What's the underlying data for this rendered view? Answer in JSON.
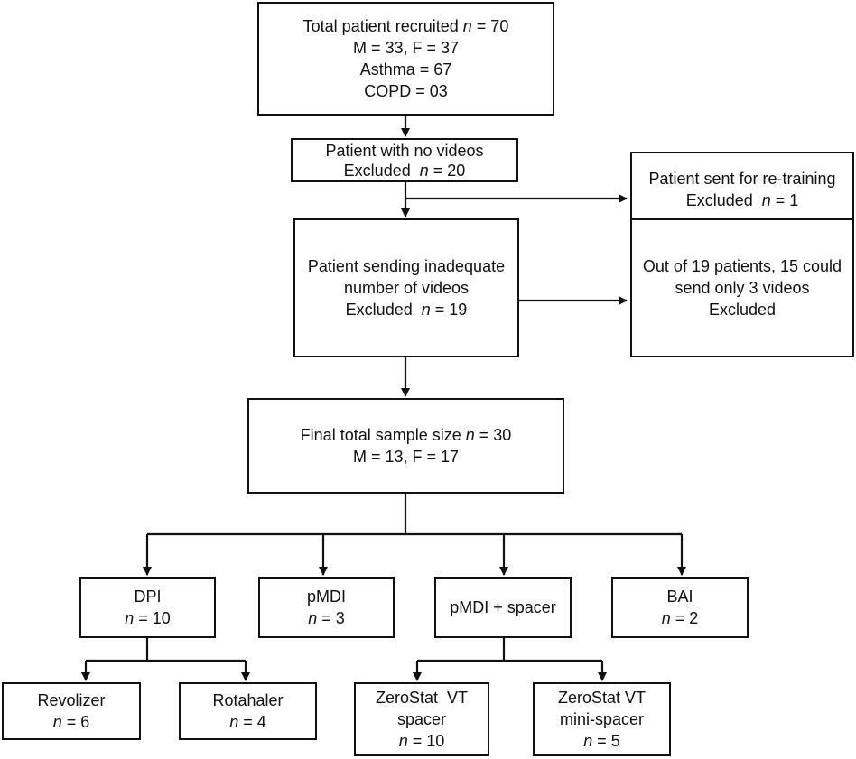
{
  "flowchart": {
    "recruited": {
      "line1": "Total patient recruited",
      "n_label": "n",
      "n_value": " = 70",
      "line2": "M = 33,  F = 37",
      "line3": "Asthma = 67",
      "line4": "COPD = 03"
    },
    "no_videos": {
      "line1": "Patient with no videos",
      "line2": "Excluded",
      "n_label": "n",
      "n_value": " = 20"
    },
    "retraining": {
      "line1": "Patient sent for re-training",
      "line2": "Excluded",
      "n_label": "n",
      "n_value": " = 1"
    },
    "inadequate": {
      "line1": "Patient sending inadequate",
      "line2": "number of videos",
      "line3": "Excluded",
      "n_label": "n",
      "n_value": " = 19"
    },
    "only3": {
      "line1": "Out of 19 patients, 15 could",
      "line2": "send only 3 videos",
      "line3": "Excluded"
    },
    "final": {
      "line1": "Final total sample size",
      "n_label": "n",
      "n_value": " = 30",
      "line2": "M = 13,  F = 17"
    },
    "dpi": {
      "label": "DPI",
      "n_label": "n",
      "n_value": " = 10"
    },
    "pmdi": {
      "label": "pMDI",
      "n_label": "n",
      "n_value": " = 3"
    },
    "pmdi_spacer": {
      "label": "pMDI + spacer"
    },
    "bai": {
      "label": "BAI",
      "n_label": "n",
      "n_value": " = 2"
    },
    "revolizer": {
      "label": "Revolizer",
      "n_label": "n",
      "n_value": " = 6"
    },
    "rotahaler": {
      "label": "Rotahaler",
      "n_label": "n",
      "n_value": " = 4"
    },
    "zerostat_vt": {
      "line1": "ZeroStat  VT",
      "line2": "spacer",
      "n_label": "n",
      "n_value": " = 10"
    },
    "zerostat_mini": {
      "line1": "ZeroStat VT",
      "line2": "mini-spacer",
      "n_label": "n",
      "n_value": " = 5"
    }
  }
}
